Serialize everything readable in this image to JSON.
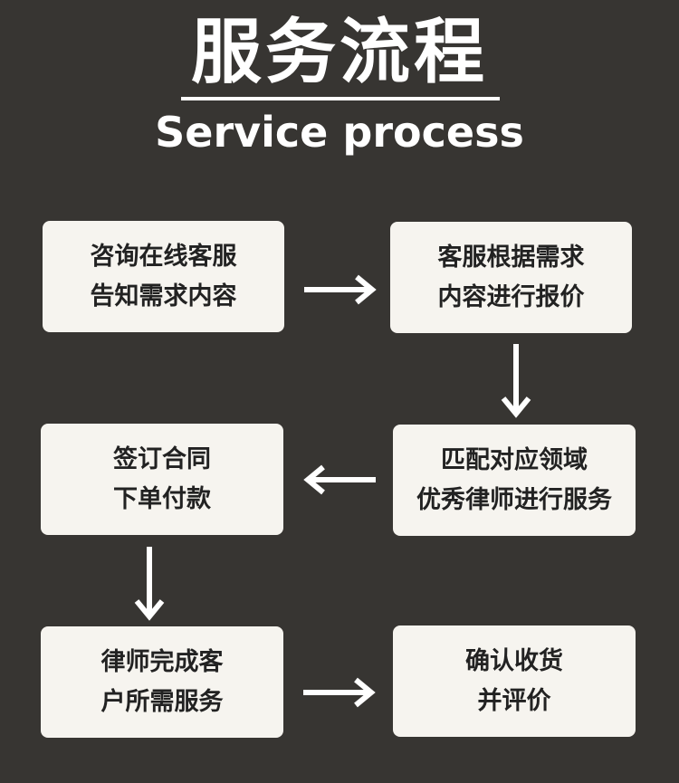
{
  "title": "服务流程",
  "subtitle": "Service process",
  "steps": [
    {
      "text": "咨询在线客服\n告知需求内容"
    },
    {
      "text": "客服根据需求\n内容进行报价"
    },
    {
      "text": "匹配对应领域\n优秀律师进行服务"
    },
    {
      "text": "签订合同\n下单付款"
    },
    {
      "text": "律师完成客\n户所需服务"
    },
    {
      "text": "确认收货\n并评价"
    }
  ],
  "colors": {
    "background": "#373532",
    "card": "#f6f4ef",
    "text_on_card": "#222222",
    "title": "#ffffff"
  }
}
